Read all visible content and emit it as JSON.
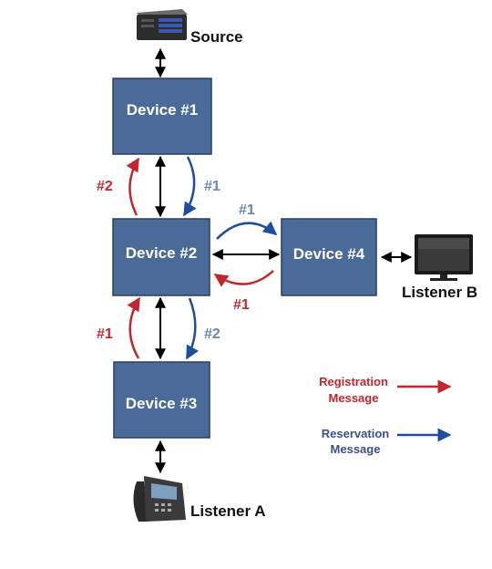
{
  "colors": {
    "device_fill": "#4a6a97",
    "registration": "#c1272d",
    "reservation": "#1f4e9c",
    "reservation_label": "#6b85b8",
    "connection": "#000000"
  },
  "devices": {
    "d1": "Device #1",
    "d2": "Device #2",
    "d3": "Device #3",
    "d4": "Device #4"
  },
  "endpoints": {
    "source": {
      "label": "Source",
      "icon": "server-icon"
    },
    "listener_a": {
      "label": "Listener A",
      "icon": "ip-phone-icon"
    },
    "listener_b": {
      "label": "Listener B",
      "icon": "flat-panel-tv-icon"
    }
  },
  "message_labels": {
    "d2_to_d1": "#2",
    "d1_to_d2": "#1",
    "d2_to_d4": "#1",
    "d4_to_d2": "#1",
    "d3_to_d2": "#1",
    "d2_to_d3": "#2"
  },
  "legend": {
    "registration": [
      "Registration",
      "Message"
    ],
    "reservation": [
      "Reservation",
      "Message"
    ]
  }
}
